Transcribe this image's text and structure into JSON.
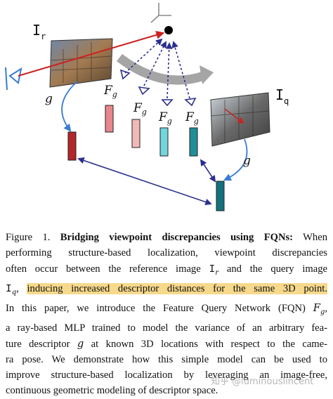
{
  "figure": {
    "ref_label": "I",
    "ref_sub": "r",
    "query_label": "I",
    "query_sub": "q",
    "g_left": "g",
    "g_right": "g",
    "fqn_symbol": "F",
    "fqn_sub": "g",
    "colors": {
      "dark_red": "#b3262b",
      "light_red": "#e8878b",
      "pink": "#f2b9b9",
      "light_cyan": "#73d6dc",
      "teal": "#1f8f99",
      "dark_teal": "#13717d",
      "navy_arrow": "#2b2f8f",
      "blue_arrow": "#3a7bd5",
      "red_arrow": "#cc2222"
    }
  },
  "caption": {
    "l1_a": "Figure 1. ",
    "l1_b": "Bridging viewpoint discrepancies using FQNs:",
    "l1_c": " When",
    "l2": "performing structure-based localization, viewpoint discrepancies",
    "l3_a": "often occur between the reference image ",
    "l3_b": "I",
    "l3_c": "r",
    "l3_d": " and the query image",
    "l4_a": "I",
    "l4_b": "q",
    "l4_c": ", ",
    "l4_hl": "inducing increased descriptor distances for the same 3D point.",
    "l5_a": "In this paper, we introduce the Feature Query Network (FQN) ",
    "l5_b": "F",
    "l5_c": "g",
    "l5_d": ",",
    "l6_a": "a ray-based MLP trained to model the variance of an arbitrary fea-",
    "l7_a": "ture descriptor ",
    "l7_b": "g",
    "l7_c": " at known 3D locations with respect to the came-",
    "l8": "ra pose. We demonstrate how this simple model can be used to",
    "l9": "improve structure-based localization by leveraging an image-free,",
    "l10": "continuous geometric modeling of descriptor space."
  },
  "watermark": "知乎 @luminouslincent"
}
